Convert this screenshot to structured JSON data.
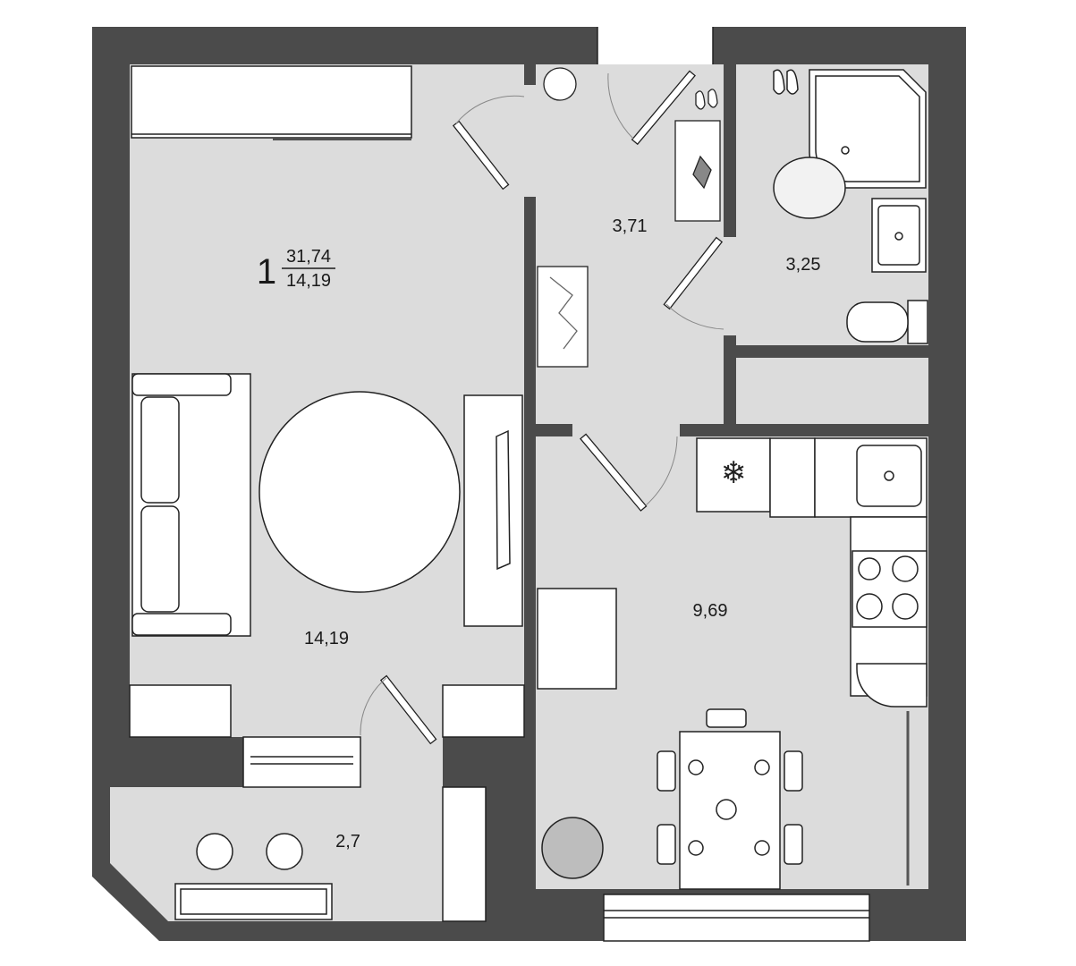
{
  "plan": {
    "total_area": "31,74",
    "living_area": "14,19",
    "room_count": "1",
    "rooms": [
      {
        "name": "living-room",
        "area": "14,19"
      },
      {
        "name": "hallway",
        "area": "3,71"
      },
      {
        "name": "bathroom",
        "area": "3,25"
      },
      {
        "name": "kitchen",
        "area": "9,69"
      },
      {
        "name": "balcony",
        "area": "2,7"
      }
    ]
  },
  "colors": {
    "wall": "#4b4b4b",
    "floor": "#dcdcdc",
    "furniture": "#ffffff",
    "line": "#222222"
  }
}
